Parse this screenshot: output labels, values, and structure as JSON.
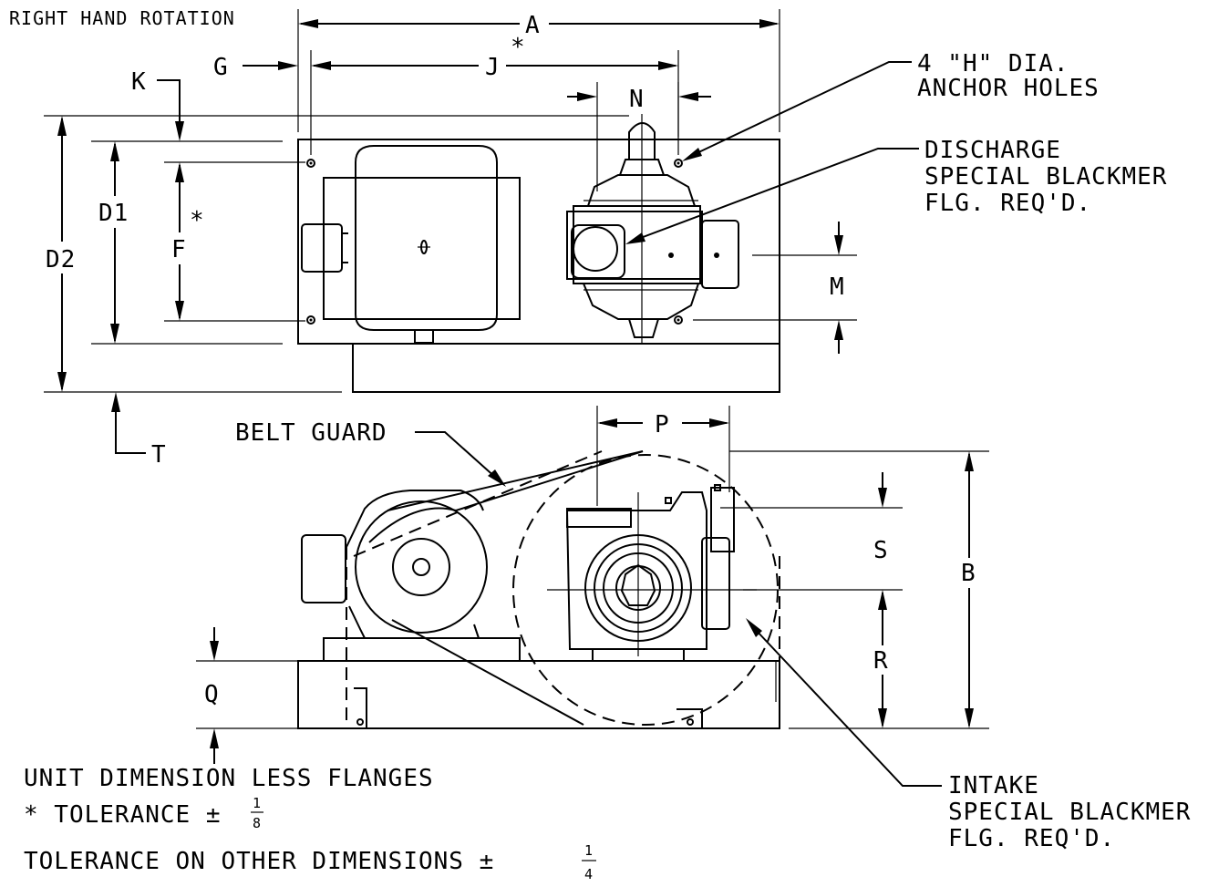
{
  "title": "RIGHT HAND ROTATION",
  "dims": {
    "A": "A",
    "J": "J",
    "G": "G",
    "K": "K",
    "N": "N",
    "D1": "D1",
    "D2": "D2",
    "F": "F",
    "M": "M",
    "T": "T",
    "P": "P",
    "S": "S",
    "B": "B",
    "R": "R",
    "Q": "Q",
    "star": "*"
  },
  "callouts": {
    "anchor_1": "4 \"H\" DIA.",
    "anchor_2": "ANCHOR HOLES",
    "discharge_1": "DISCHARGE",
    "discharge_2": "SPECIAL BLACKMER",
    "discharge_3": "FLG. REQ'D.",
    "belt_guard": "BELT GUARD",
    "intake_1": "INTAKE",
    "intake_2": "SPECIAL BLACKMER",
    "intake_3": "FLG. REQ'D."
  },
  "notes": {
    "unit": "UNIT DIMENSION LESS FLANGES",
    "tol_star": "* TOLERANCE ±",
    "tol_star_num": "1",
    "tol_star_den": "8",
    "tol_other": "TOLERANCE ON OTHER DIMENSIONS ±",
    "tol_other_num": "1",
    "tol_other_den": "4"
  }
}
